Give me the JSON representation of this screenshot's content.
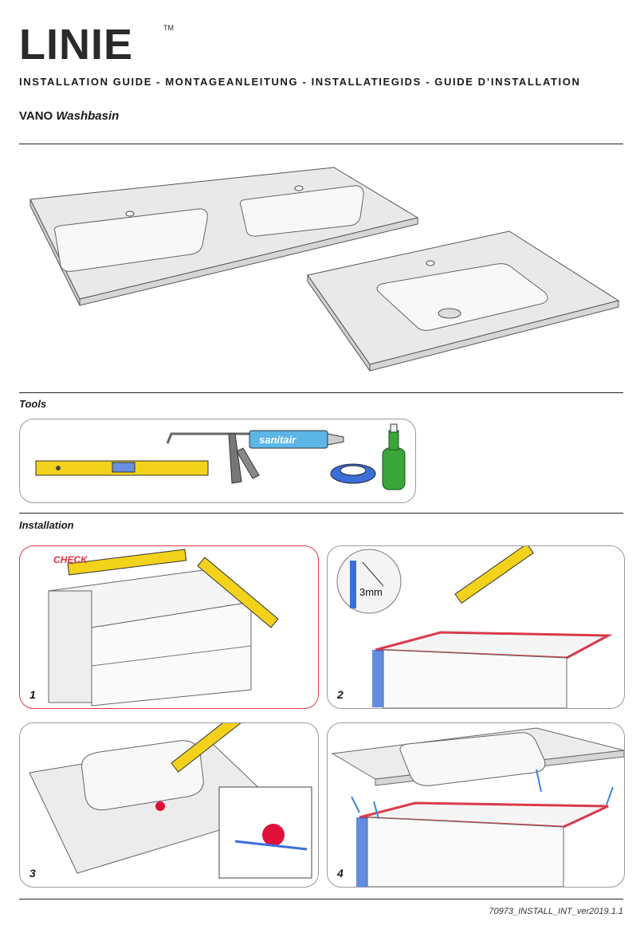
{
  "brand": {
    "logo_text": "LINIE",
    "trademark": "TM"
  },
  "header": {
    "guide_title": "INSTALLATION GUIDE - MONTAGEANLEITUNG - INSTALLATIEGIDS - GUIDE D’INSTALLATION",
    "product_name": "VANO",
    "product_type": "Washbasin"
  },
  "tools": {
    "title": "Tools",
    "items": [
      "spirit-level",
      "sealant-gun",
      "masking-tape",
      "detergent-bottle"
    ],
    "cartridge_label": "sanitair"
  },
  "installation": {
    "title": "Installation",
    "steps": [
      {
        "number": "1",
        "label": "CHECK"
      },
      {
        "number": "2",
        "measurement": "3mm"
      },
      {
        "number": "3"
      },
      {
        "number": "4"
      }
    ]
  },
  "footer": {
    "doc_id": "70973_INSTALL_INT_ver2019.1.1"
  },
  "colors": {
    "accent_red": "#d93a4a",
    "level_yellow": "#f2d21b",
    "tape_blue": "#3a6fd8",
    "bottle_green": "#3aa63a"
  }
}
